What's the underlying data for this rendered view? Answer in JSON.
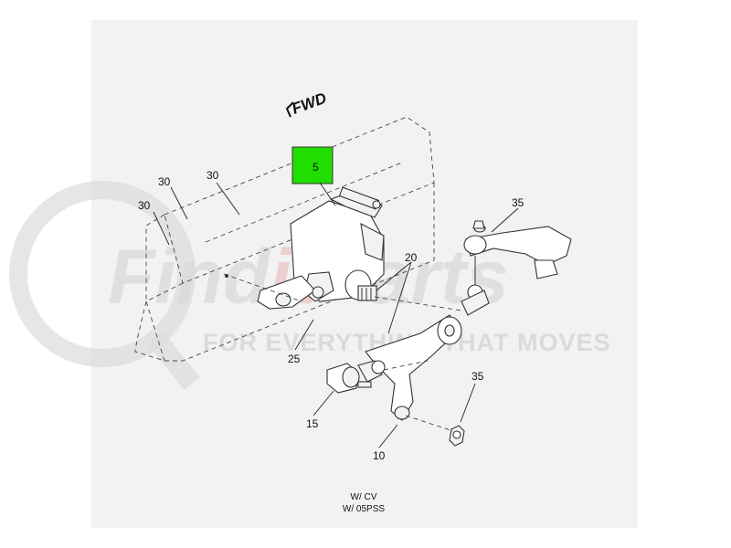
{
  "diagram": {
    "direction_label": "FWD",
    "highlight_color": "#22dd00",
    "callouts": {
      "c5": "5",
      "c30a": "30",
      "c30b": "30",
      "c30c": "30",
      "c35a": "35",
      "c35b": "35",
      "c20": "20",
      "c25": "25",
      "c15": "15",
      "c10": "10"
    },
    "notes": [
      "W/ CV",
      "W/ 05PSS"
    ]
  },
  "watermark": {
    "brand_part1": "Find",
    "brand_part2": "it",
    "brand_part3": "Parts",
    "tagline": "FOR EVERYTHING THAT MOVES"
  }
}
